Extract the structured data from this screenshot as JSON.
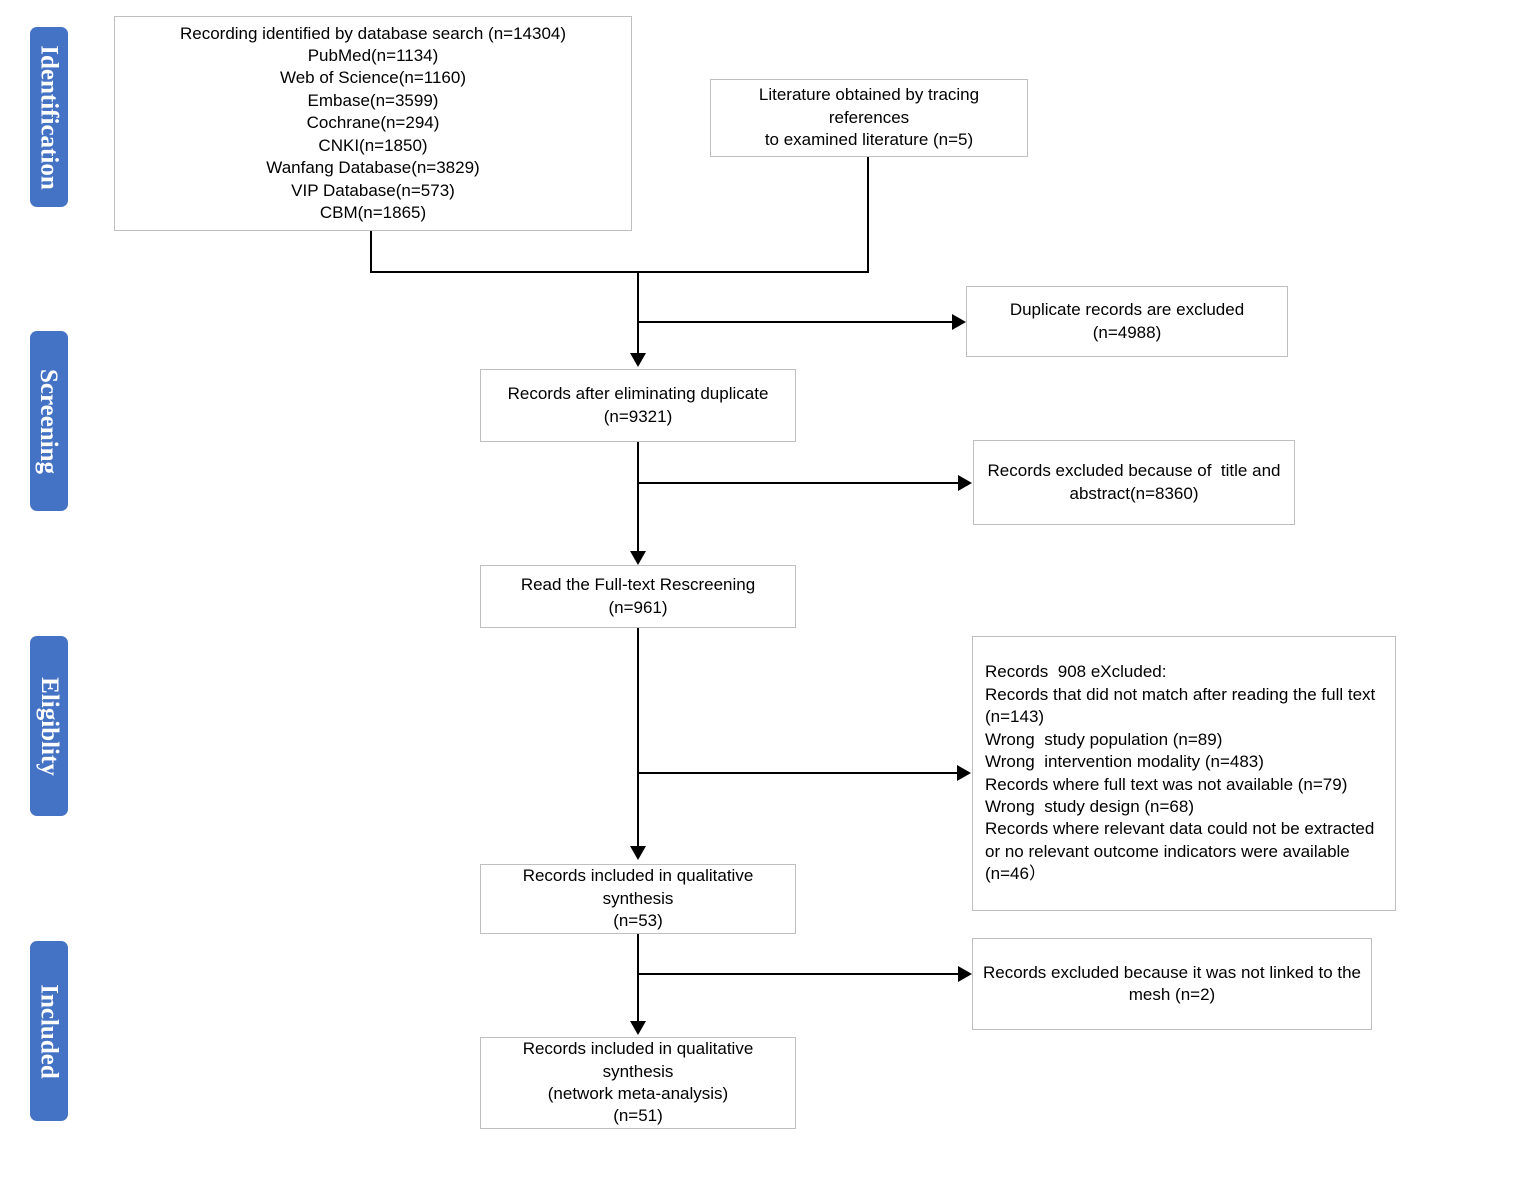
{
  "diagram": {
    "title": "PRISMA flow diagram",
    "accent_color": "#4472C4",
    "box_border_color": "#bfbfbf",
    "connector_color": "#000000"
  },
  "stages": [
    {
      "id": "identification",
      "label": "Identification"
    },
    {
      "id": "screening",
      "label": "Screening"
    },
    {
      "id": "eligibility",
      "label": "Eligiblity"
    },
    {
      "id": "included",
      "label": "Included"
    }
  ],
  "boxes": {
    "database_search": {
      "lines": [
        "Recording identified by database search (n=14304)",
        "PubMed(n=1134)",
        "Web of Science(n=1160)",
        "Embase(n=3599)",
        "Cochrane(n=294)",
        "CNKI(n=1850)",
        "Wanfang Database(n=3829)",
        "VIP Database(n=573)",
        "CBM(n=1865)"
      ]
    },
    "tracing_references": {
      "lines": [
        "Literature obtained by tracing references",
        "to examined literature (n=5)"
      ]
    },
    "duplicates_excluded": {
      "lines": [
        "Duplicate records are excluded",
        "(n=4988)"
      ]
    },
    "after_duplicates": {
      "lines": [
        "Records after eliminating duplicate",
        "(n=9321)"
      ]
    },
    "title_abstract_excluded": {
      "lines": [
        "Records excluded because of  title and",
        "abstract(n=8360)"
      ]
    },
    "full_text_rescreening": {
      "lines": [
        "Read the Full-text Rescreening (n=961)"
      ]
    },
    "fulltext_excluded": {
      "lines": [
        "Records  908 eXcluded:",
        "Records that did not match after reading the full text",
        "(n=143)",
        "Wrong  study population (n=89)",
        "Wrong  intervention modality (n=483)",
        "Records where full text was not available (n=79)",
        "Wrong  study design (n=68)",
        "Records where relevant data could not be extracted",
        "or no relevant outcome indicators were available",
        "(n=46）"
      ]
    },
    "qualitative_synthesis": {
      "lines": [
        "Records included in qualitative synthesis",
        "(n=53)"
      ]
    },
    "mesh_excluded": {
      "lines": [
        "Records excluded because it was not linked to the",
        "mesh (n=2)"
      ]
    },
    "network_meta_analysis": {
      "lines": [
        "Records included in qualitative synthesis",
        "(network meta-analysis)",
        "(n=51)"
      ]
    }
  }
}
